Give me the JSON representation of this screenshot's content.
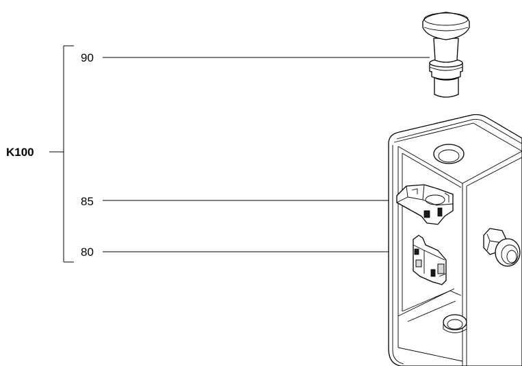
{
  "assembly": {
    "label": "K100"
  },
  "callouts": [
    {
      "number": "90"
    },
    {
      "number": "85"
    },
    {
      "number": "80"
    }
  ]
}
